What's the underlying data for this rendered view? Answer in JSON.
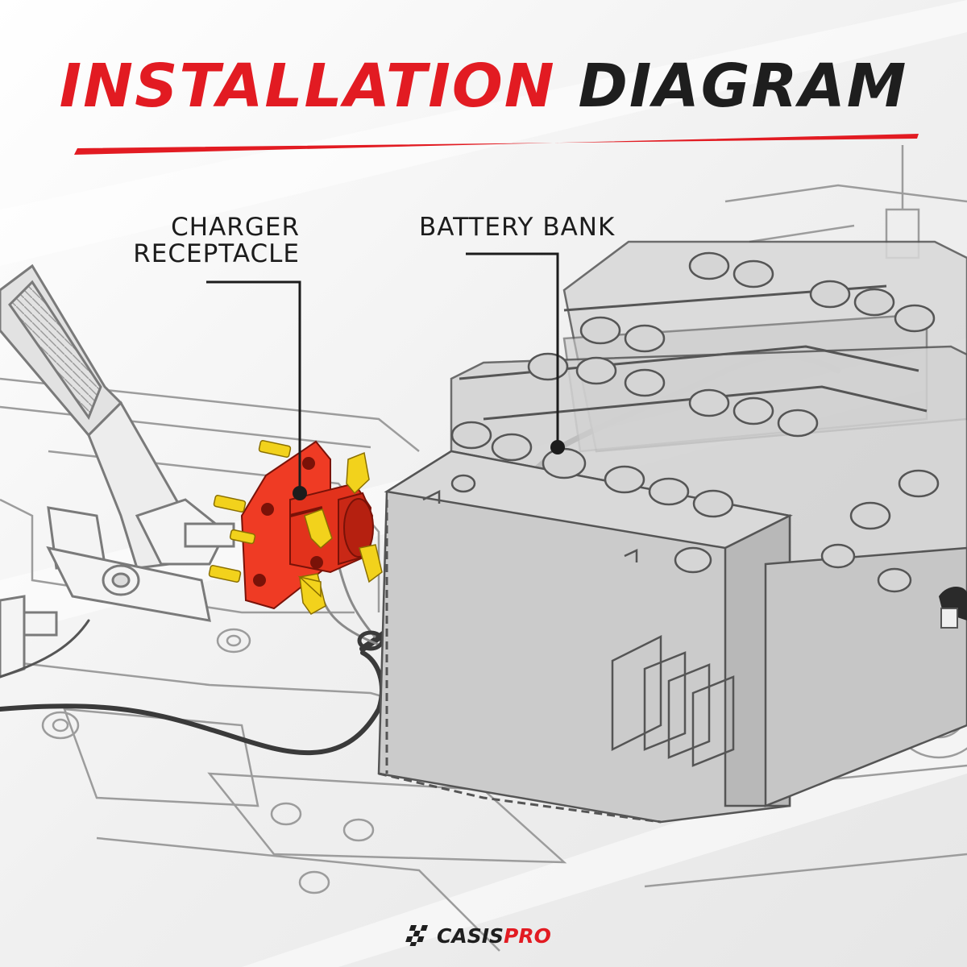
{
  "title": {
    "part1": "INSTALLATION",
    "part2": "DIAGRAM"
  },
  "callouts": {
    "charger": {
      "line1": "CHARGER",
      "line2": "RECEPTACLE"
    },
    "battery": {
      "line1": "BATTERY BANK"
    }
  },
  "brand": {
    "part1": "CASIS",
    "part2": "PRO"
  },
  "colors": {
    "accent": "#e21b22",
    "dark": "#1e1e1e",
    "receptacle": "#ef3b24",
    "fastener": "#f2d21c",
    "battery_fill": "#cfcfcf",
    "line_art": "#8a8a8a"
  }
}
